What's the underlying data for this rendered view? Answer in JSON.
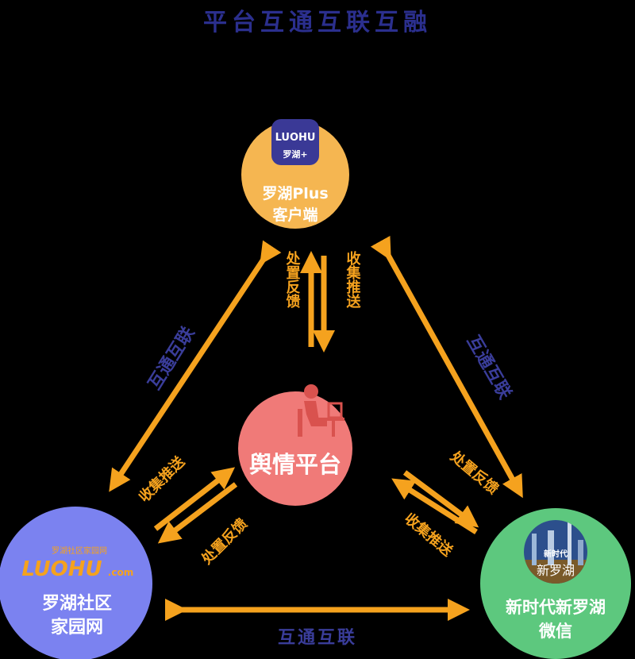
{
  "title": "平台互通互联互融",
  "nodes": {
    "top": {
      "logo_text": "LUOHU",
      "logo_sub": "罗湖+",
      "line1": "罗湖Plus",
      "line2": "客户端",
      "color": "#F5B651"
    },
    "center": {
      "label": "舆情平台",
      "color": "#F07A78"
    },
    "left": {
      "logo_text": "LUOHU",
      "logo_suffix": ".com",
      "logo_sub": "罗湖社区家园网",
      "line1": "罗湖社区",
      "line2": "家园网",
      "color": "#7B82F0"
    },
    "right": {
      "logo_line1": "新时代",
      "logo_line2": "新罗湖",
      "line1": "新时代新罗湖",
      "line2": "微信",
      "color": "#5DC87E"
    }
  },
  "links": {
    "left_side": "互通互联",
    "right_side": "互通互联",
    "bottom_side": "互通互联",
    "top_feedback": "处置反馈",
    "top_push": "收集推送",
    "left_push": "收集推送",
    "left_feedback": "处置反馈",
    "right_feedback": "处置反馈",
    "right_push": "收集推送"
  },
  "colors": {
    "arrow": "#F5A21E",
    "title": "#2B2F8E",
    "side_label": "#3A3D9A",
    "flow_label": "#F5A21E"
  }
}
